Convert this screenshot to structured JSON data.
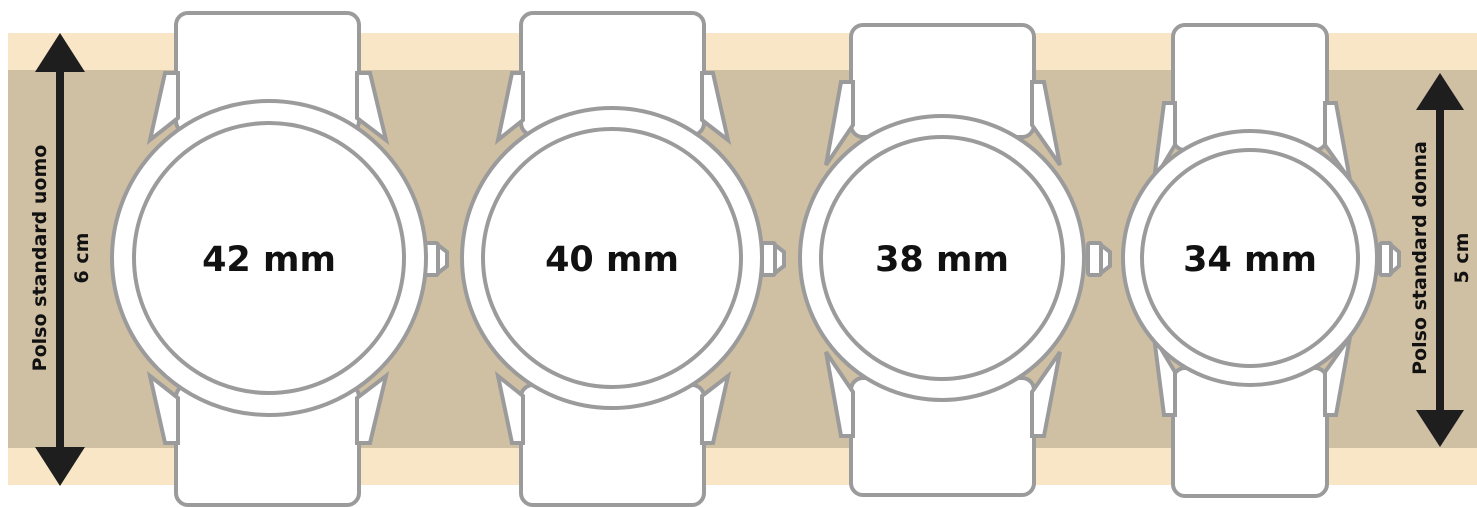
{
  "colors": {
    "band_light": "#f8e6c6",
    "band_dark": "#cfbfa3",
    "outline": "#9b9b9b",
    "fill": "#ffffff",
    "arrow": "#1e1e1e",
    "text": "#111111"
  },
  "left_wrist": {
    "title": "Polso standard uomo",
    "value": "6 cm"
  },
  "right_wrist": {
    "title": "Polso standard donna",
    "value": "5 cm"
  },
  "watches": [
    {
      "label": "42 mm"
    },
    {
      "label": "40 mm"
    },
    {
      "label": "38 mm"
    },
    {
      "label": "34 mm"
    }
  ]
}
